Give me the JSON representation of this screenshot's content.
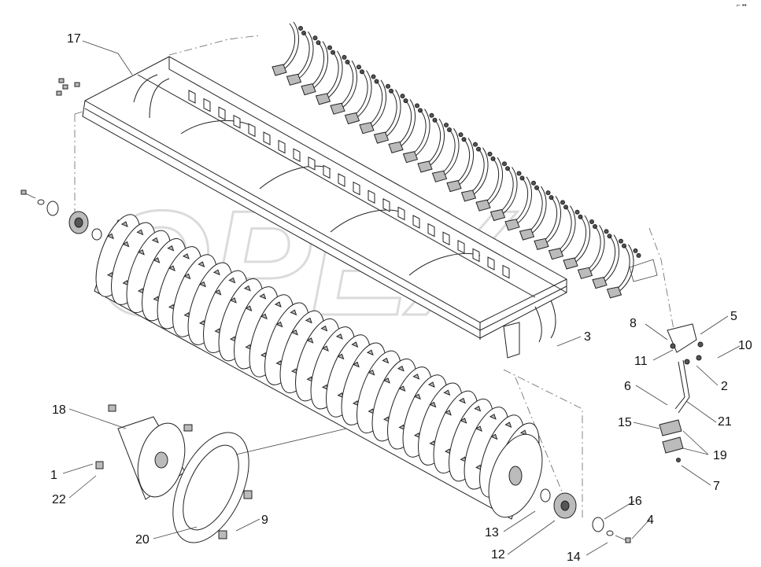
{
  "watermark": "OPEX",
  "corner_mark": "⌐ ▪▪",
  "callouts": [
    {
      "id": "c17",
      "text": "17"
    },
    {
      "id": "c3",
      "text": "3"
    },
    {
      "id": "c5",
      "text": "5"
    },
    {
      "id": "c8",
      "text": "8"
    },
    {
      "id": "c10",
      "text": "10"
    },
    {
      "id": "c11",
      "text": "11"
    },
    {
      "id": "c2",
      "text": "2"
    },
    {
      "id": "c6",
      "text": "6"
    },
    {
      "id": "c21",
      "text": "21"
    },
    {
      "id": "c15",
      "text": "15"
    },
    {
      "id": "c19",
      "text": "19"
    },
    {
      "id": "c7",
      "text": "7"
    },
    {
      "id": "c18",
      "text": "18"
    },
    {
      "id": "c1",
      "text": "1"
    },
    {
      "id": "c22",
      "text": "22"
    },
    {
      "id": "c20",
      "text": "20"
    },
    {
      "id": "c9",
      "text": "9"
    },
    {
      "id": "c13",
      "text": "13"
    },
    {
      "id": "c12",
      "text": "12"
    },
    {
      "id": "c16",
      "text": "16"
    },
    {
      "id": "c4",
      "text": "4"
    },
    {
      "id": "c14",
      "text": "14"
    }
  ]
}
